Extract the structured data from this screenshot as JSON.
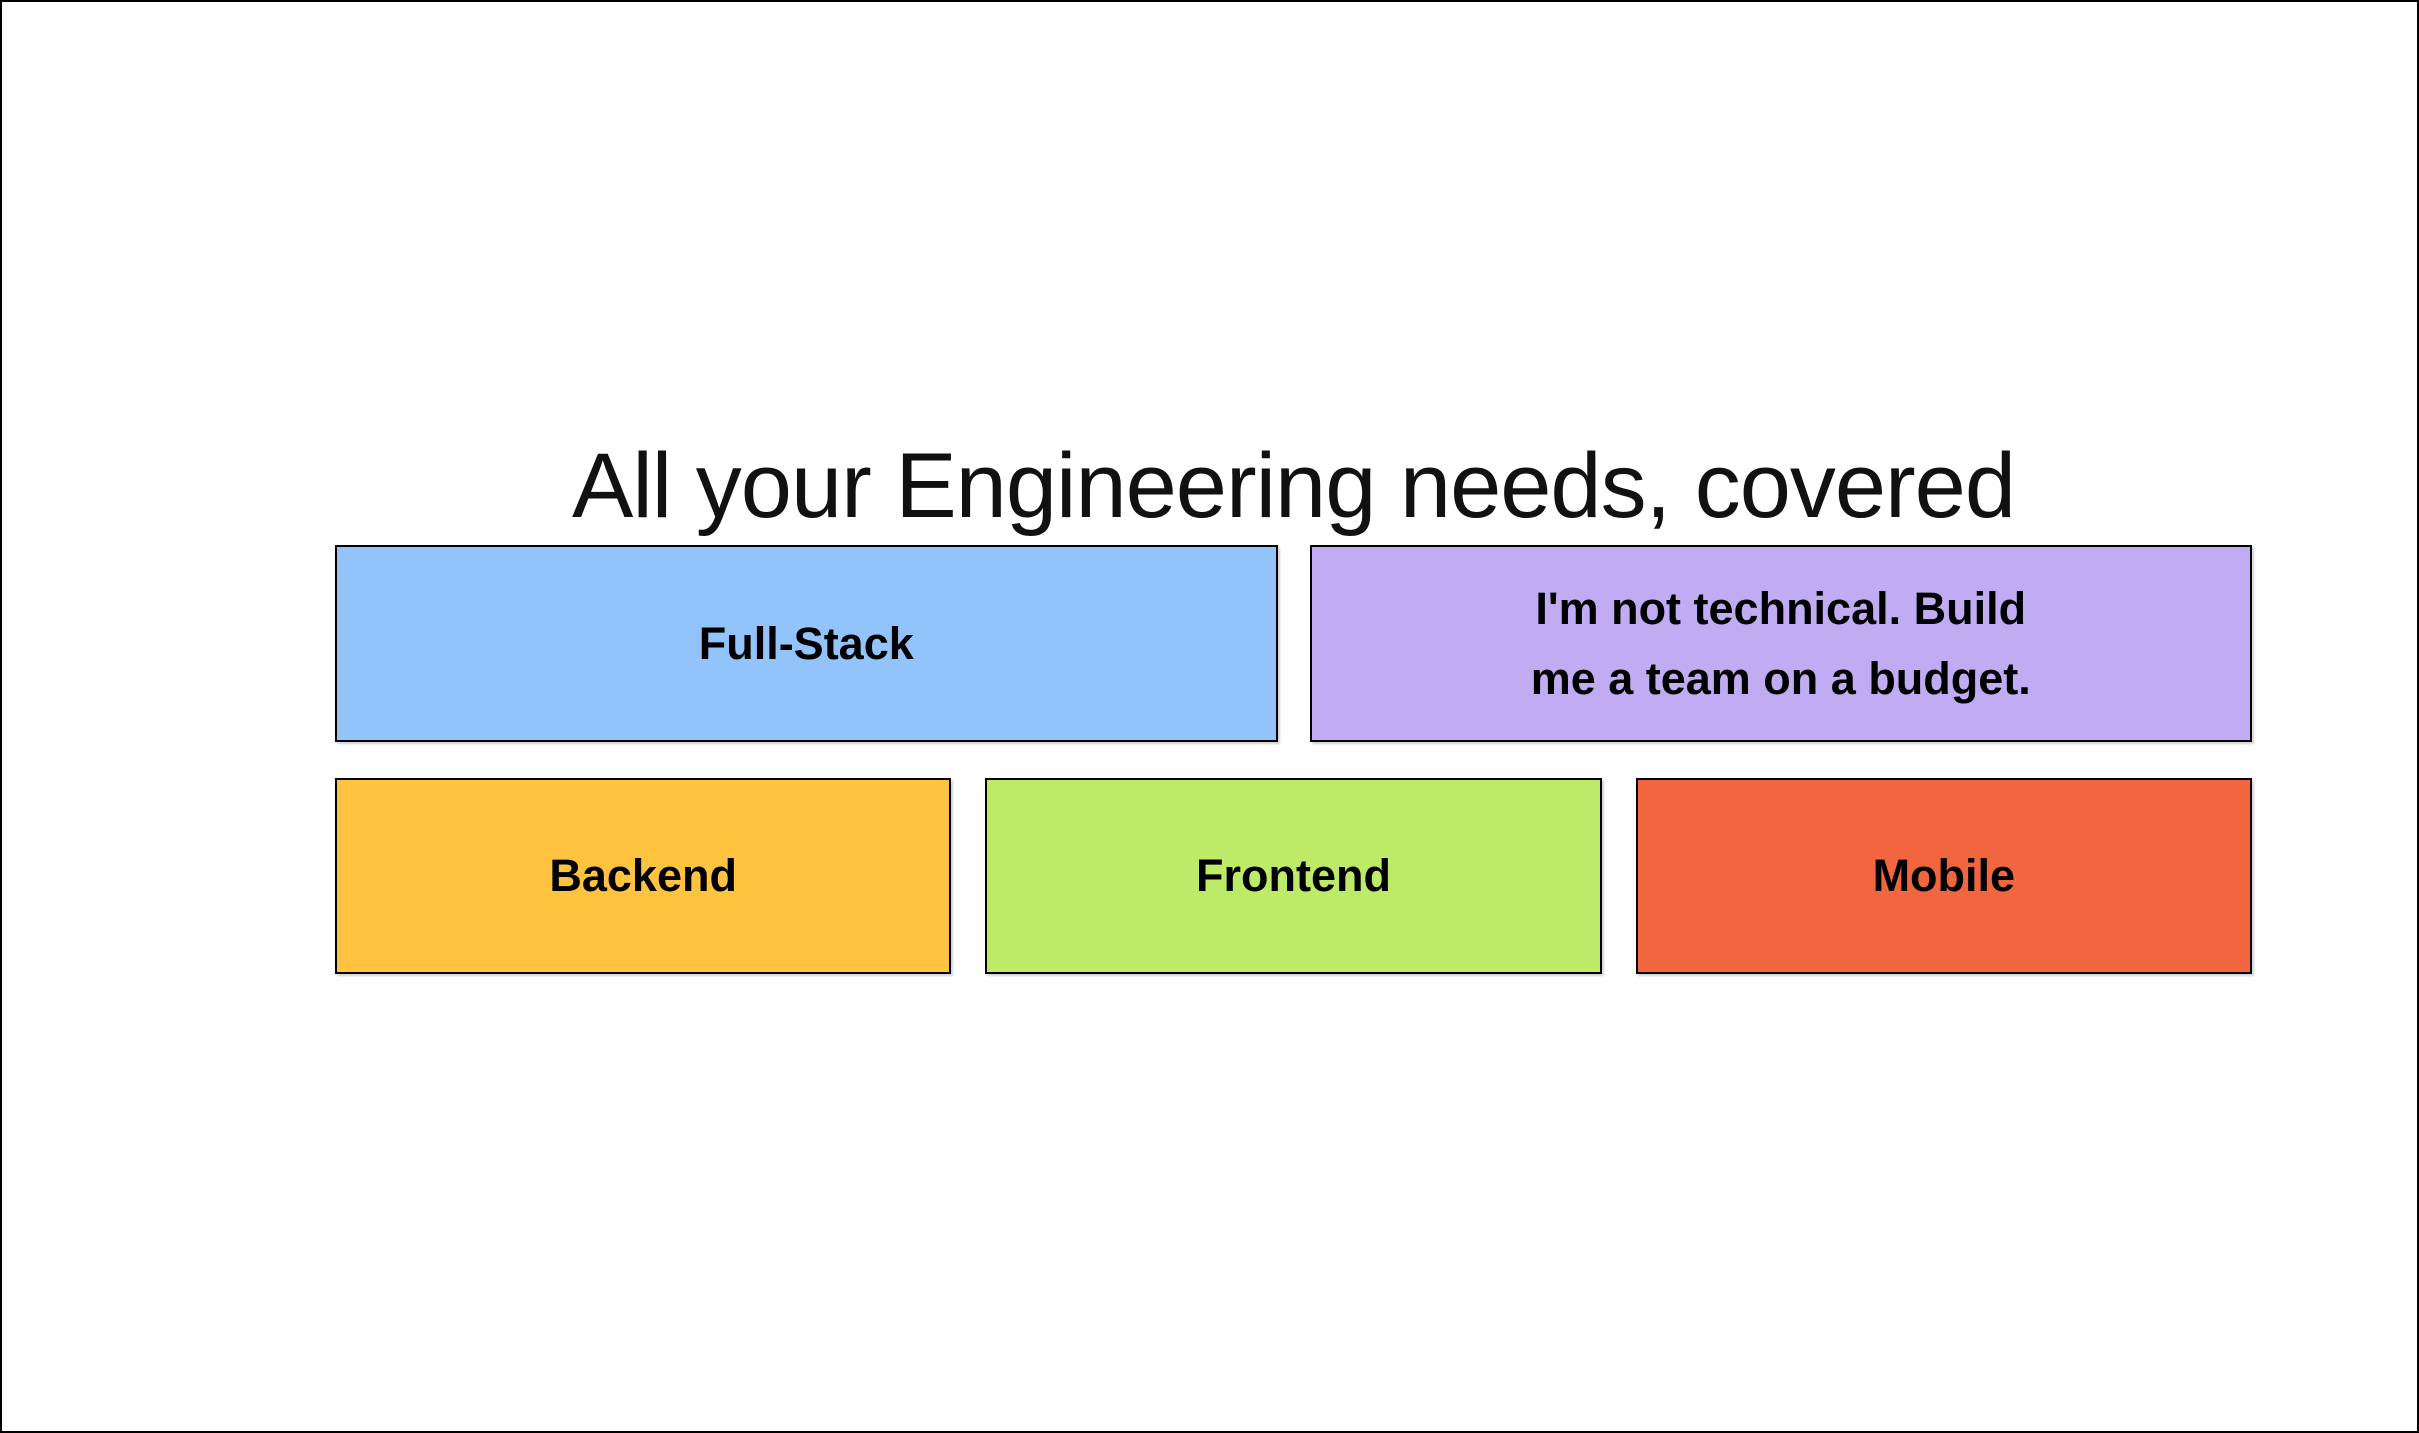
{
  "page": {
    "title": "All your Engineering needs, covered"
  },
  "theme": {
    "background": "#ffffff",
    "frame_border": "#000000",
    "box_border": "#000000",
    "title_color": "#111111",
    "label_color": "#000000"
  },
  "options": [
    {
      "id": "full-stack",
      "label": "Full-Stack",
      "color": "#92C4FB"
    },
    {
      "id": "not-technical",
      "label": "I'm not technical. Build\nme a team on a budget.",
      "color": "#C1ACF4"
    },
    {
      "id": "backend",
      "label": "Backend",
      "color": "#FFC340"
    },
    {
      "id": "frontend",
      "label": "Frontend",
      "color": "#BDEB68"
    },
    {
      "id": "mobile",
      "label": "Mobile",
      "color": "#F2663F"
    }
  ]
}
